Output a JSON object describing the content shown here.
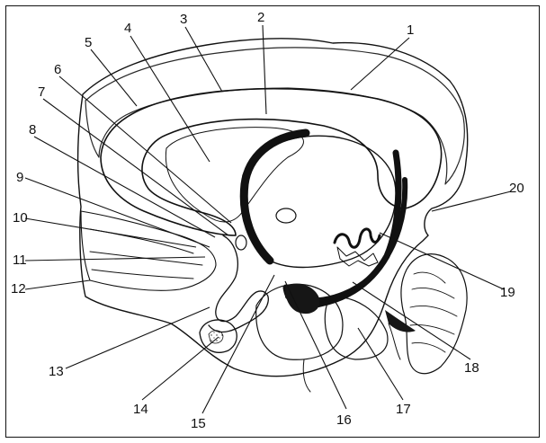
{
  "figure": {
    "title": "",
    "labels": [
      "1",
      "2",
      "3",
      "4",
      "5",
      "6",
      "7",
      "8",
      "9",
      "10",
      "11",
      "12",
      "13",
      "14",
      "15",
      "16",
      "17",
      "18",
      "19",
      "20"
    ]
  },
  "colors": {
    "ink": "#111111",
    "stipple": "#222222",
    "paper": "#ffffff",
    "dark_region": "#161616"
  }
}
